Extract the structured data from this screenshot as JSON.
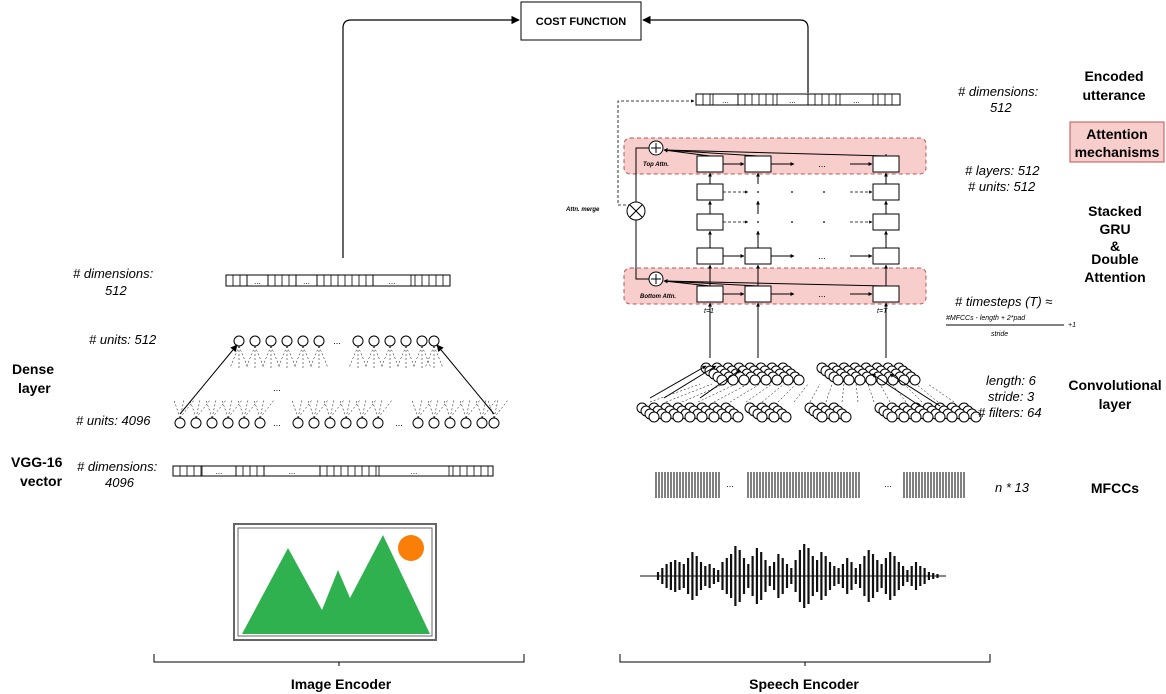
{
  "cost_function": "COST FUNCTION",
  "image_encoder": {
    "label": "Image Encoder",
    "output_dims": "# dimensions:",
    "output_dims_val": "512",
    "dense_units_top": "# units: 512",
    "dense_units_bottom": "# units: 4096",
    "dense_layer": [
      "Dense",
      "layer"
    ],
    "vgg_label": [
      "VGG-16",
      "vector"
    ],
    "vgg_dims": "# dimensions:",
    "vgg_dims_val": "4096",
    "ellipsis": "..."
  },
  "speech_encoder": {
    "label": "Speech Encoder",
    "encoded_dims": "# dimensions:",
    "encoded_dims_val": "512",
    "encoded_label": [
      "Encoded",
      "utterance"
    ],
    "attention_label": [
      "Attention",
      "mechanisms"
    ],
    "gru_layers": "# layers: 512",
    "gru_units": "# units: 512",
    "gru_label": [
      "Stacked",
      "GRU",
      "&",
      "Double",
      "Attention"
    ],
    "top_attn": "Top Attn.",
    "bottom_attn": "Bottom Attn.",
    "attn_merge": "Attn. merge",
    "t_first": "t=1",
    "t_last": "t=T",
    "timesteps": "# timesteps (T) ≈",
    "formula_num": "#MFCCs - length + 2*pad",
    "formula_den": "stride",
    "formula_plus": "+1",
    "conv_length": "length: 6",
    "conv_stride": "stride: 3",
    "conv_filters": "# filters: 64",
    "conv_label": [
      "Convolutional",
      "layer"
    ],
    "mfcc_dims": "n * 13",
    "mfcc_label": "MFCCs",
    "ellipsis": "..."
  },
  "colors": {
    "attention_fill": "#f8cecc",
    "attention_stroke": "#b85450",
    "mountain": "#2fb14f",
    "sun": "#fa7f09",
    "frame": "#666666"
  }
}
